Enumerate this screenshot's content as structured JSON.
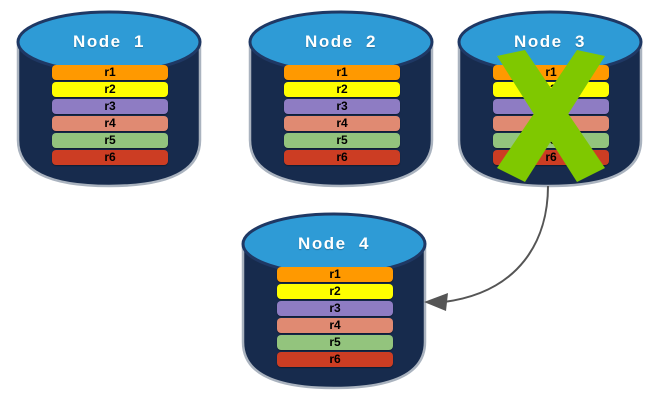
{
  "diagram": {
    "title_prefix": "Node",
    "record_labels": [
      "r1",
      "r2",
      "r3",
      "r4",
      "r5",
      "r6"
    ],
    "palette": {
      "cylinder_top": "#2E9BD6",
      "cylinder_top_edge": "#1F3864",
      "cylinder_body": "#172B4D",
      "cylinder_outline": "#AAB3BF",
      "title_text": "#FFFFFF",
      "record_text": "#000000",
      "x_mark": "#7FC800",
      "arrow": "#555555",
      "background": "#FFFFFF"
    },
    "record_colors": {
      "r1": "#FF9900",
      "r2": "#FFFF00",
      "r3": "#8E7CC3",
      "r4": "#E08A72",
      "r5": "#93C47D",
      "r6": "#CC3D23"
    },
    "nodes": [
      {
        "id": "node-1",
        "label": "Node  1",
        "failed": false,
        "records": [
          "r1",
          "r2",
          "r3",
          "r4",
          "r5",
          "r6"
        ]
      },
      {
        "id": "node-2",
        "label": "Node  2",
        "failed": false,
        "records": [
          "r1",
          "r2",
          "r3",
          "r4",
          "r5",
          "r6"
        ]
      },
      {
        "id": "node-3",
        "label": "Node  3",
        "failed": true,
        "failure_marker": "green-x-cross",
        "records": [
          "r1",
          "r2",
          "r3",
          "r4",
          "r5",
          "r6"
        ]
      },
      {
        "id": "node-4",
        "label": "Node  4",
        "failed": false,
        "records": [
          "r1",
          "r2",
          "r3",
          "r4",
          "r5",
          "r6"
        ]
      }
    ],
    "connectors": [
      {
        "id": "node3-to-node4",
        "from": "node-3",
        "to": "node-4",
        "style": "curved-arrow",
        "head": "arrowhead-left"
      }
    ]
  }
}
